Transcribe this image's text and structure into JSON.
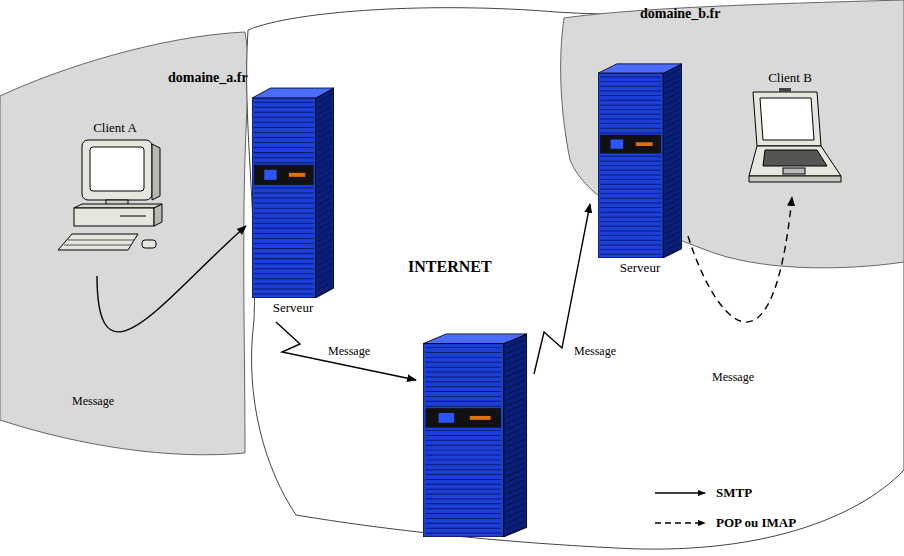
{
  "diagram": {
    "nodes": [
      {
        "text": [
          "domaine_a.fr"
        ]
      },
      {
        "text": [
          "Client A"
        ],
        "in": 0
      },
      {
        "text": [
          "Serveur"
        ],
        "in": 0
      },
      {
        "text": [
          "INTERNET"
        ]
      },
      {
        "text": [],
        "in": 3
      },
      {
        "text": [
          "domaine_b.fr"
        ]
      },
      {
        "text": [
          "Serveur"
        ],
        "in": 5
      },
      {
        "text": [
          "Client B"
        ],
        "in": 5
      }
    ],
    "edges": [
      {
        "from": 1,
        "to": 2,
        "arrow": "to",
        "label": "Message"
      },
      {
        "from": 2,
        "to": 4,
        "arrow": "to",
        "label": "Message"
      },
      {
        "from": 4,
        "to": 6,
        "arrow": "to",
        "label": "Message"
      },
      {
        "from": 6,
        "to": 7,
        "arrow": "to",
        "label": "Message"
      }
    ],
    "legend": [
      {
        "text": "SMTP"
      },
      {
        "text": "POP ou IMAP"
      }
    ]
  }
}
